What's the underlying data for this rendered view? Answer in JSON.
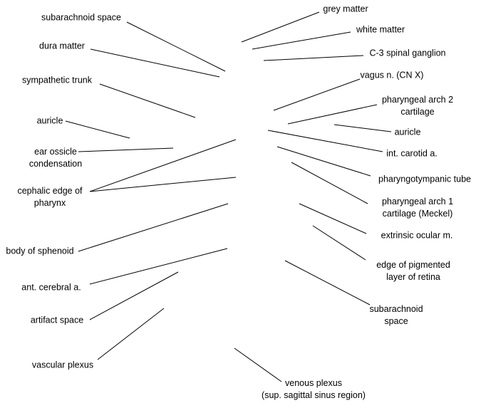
{
  "labels": [
    {
      "id": "subarachnoid-space-top",
      "lines": [
        "subarachnoid space"
      ]
    },
    {
      "id": "dura-matter",
      "lines": [
        "dura matter"
      ]
    },
    {
      "id": "sympathetic-trunk",
      "lines": [
        "sympathetic trunk"
      ]
    },
    {
      "id": "auricle-left",
      "lines": [
        "auricle"
      ]
    },
    {
      "id": "ear-ossicle-condensation",
      "lines": [
        "ear ossicle",
        "condensation"
      ]
    },
    {
      "id": "cephalic-edge-of-pharynx",
      "lines": [
        "cephalic edge of",
        "pharynx"
      ]
    },
    {
      "id": "body-of-sphenoid",
      "lines": [
        "body of sphenoid"
      ]
    },
    {
      "id": "ant-cerebral-a",
      "lines": [
        "ant. cerebral a."
      ]
    },
    {
      "id": "artifact-space",
      "lines": [
        "artifact space"
      ]
    },
    {
      "id": "vascular-plexus",
      "lines": [
        "vascular plexus"
      ]
    },
    {
      "id": "grey-matter",
      "lines": [
        "grey matter"
      ]
    },
    {
      "id": "white-matter",
      "lines": [
        "white matter"
      ]
    },
    {
      "id": "c3-spinal-ganglion",
      "lines": [
        "C-3 spinal ganglion"
      ]
    },
    {
      "id": "vagus-n",
      "lines": [
        "vagus n. (CN X)"
      ]
    },
    {
      "id": "pharyngeal-arch-2-cartilage",
      "lines": [
        "pharyngeal arch 2",
        "cartilage"
      ]
    },
    {
      "id": "auricle-right",
      "lines": [
        "auricle"
      ]
    },
    {
      "id": "int-carotid-a",
      "lines": [
        "int. carotid a."
      ]
    },
    {
      "id": "pharyngotympanic-tube",
      "lines": [
        "pharyngotympanic tube"
      ]
    },
    {
      "id": "pharyngeal-arch-1-cartilage",
      "lines": [
        "pharyngeal arch 1",
        "cartilage (Meckel)"
      ]
    },
    {
      "id": "extrinsic-ocular-m",
      "lines": [
        "extrinsic ocular m."
      ]
    },
    {
      "id": "edge-of-pigmented-layer-of-retina",
      "lines": [
        "edge of pigmented",
        "layer of retina"
      ]
    },
    {
      "id": "subarachnoid-space-right",
      "lines": [
        "subarachnoid",
        "space"
      ]
    },
    {
      "id": "venous-plexus",
      "lines": [
        "venous plexus",
        "(sup. sagittal sinus region)"
      ]
    }
  ]
}
